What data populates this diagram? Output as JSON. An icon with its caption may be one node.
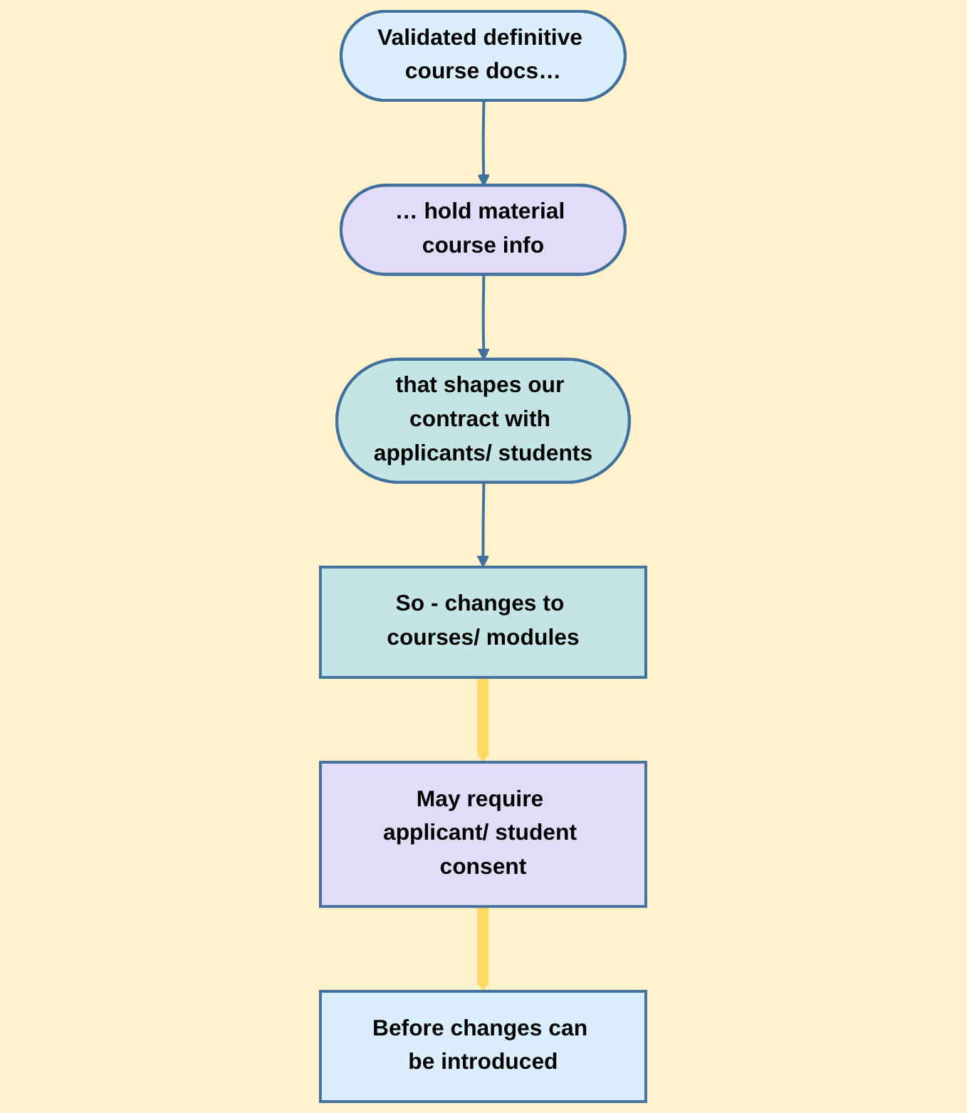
{
  "diagram": {
    "nodes": [
      {
        "text": [
          "Validated definitive course docs…"
        ]
      },
      {
        "text": [
          "… hold material course info"
        ]
      },
      {
        "text": [
          "that shapes our contract with applicants/ students"
        ]
      },
      {
        "text": [
          "So - changes to courses/ modules"
        ]
      },
      {
        "text": [
          "May require applicant/ student consent"
        ]
      },
      {
        "text": [
          "Before changes can be introduced"
        ]
      }
    ],
    "edges": [
      {
        "from": 0,
        "to": 1,
        "arrow": "to"
      },
      {
        "from": 1,
        "to": 2,
        "arrow": "to"
      },
      {
        "from": 2,
        "to": 3,
        "arrow": "to"
      },
      {
        "from": 3,
        "to": 4,
        "arrow": "to",
        "style": "thick",
        "color": "#ffd966"
      },
      {
        "from": 4,
        "to": 5,
        "arrow": "to",
        "style": "thick",
        "color": "#ffd966"
      }
    ]
  }
}
